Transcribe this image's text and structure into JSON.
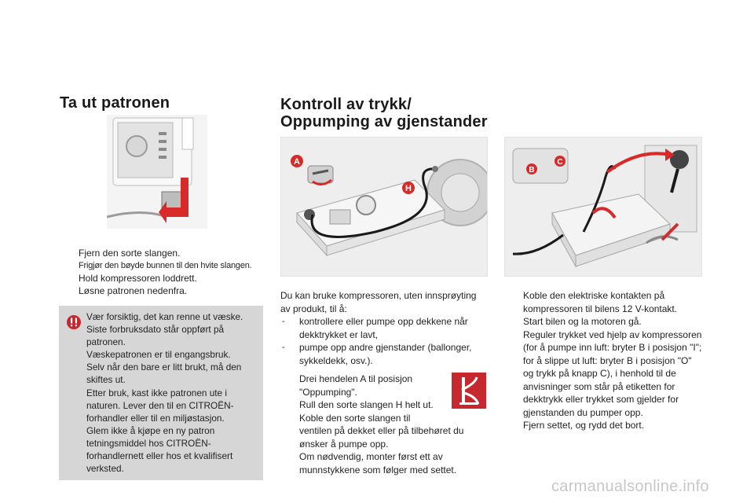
{
  "left": {
    "title": "Ta ut patronen",
    "steps": [
      "Fjern den sorte slangen.",
      "Frigjør den bøyde bunnen til den hvite slangen.",
      "Hold kompressoren loddrett.",
      "Løsne patronen nedenfra."
    ],
    "warning": "Vær forsiktig, det kan renne ut væske.\nSiste forbruksdato står oppført på\npatronen.\nVæskepatronen er til engangsbruk.\nSelv når den bare er litt brukt, må den\nskiftes ut.\nEtter bruk, kast ikke patronen ute i\nnaturen. Lever den til en CITROËN-\nforhandler eller til en miljøstasjon.\nGlem ikke å kjøpe en ny patron\ntetningsmiddel hos CITROËN-\nforhandlernett eller hos et kvalifisert\nverksted."
  },
  "right": {
    "title_line1": "Kontroll av trykk/",
    "title_line2": "Oppumping av gjenstander",
    "intro": "Du kan bruke kompressoren, uten innsprøyting\nav produkt, til å:",
    "uses": [
      "kontrollere eller pumpe opp dekkene når\ndekktrykket er lavt,",
      "pumpe opp andre gjenstander (ballonger,\nsykkeldekk, osv.)."
    ],
    "steps_a": [
      "Drei hendelen A til posisjon\n\"Oppumping\".",
      "Rull den sorte slangen H helt ut.",
      "Koble den sorte slangen til\nventilen på dekket eller på tilbehøret du\nønsker å pumpe opp.\nOm nødvendig, monter først ett av\nmunnstykkene som følger med settet."
    ],
    "steps_b": [
      "Koble den elektriske kontakten på\nkompressoren til bilens 12 V-kontakt.",
      "Start bilen og la motoren gå.",
      "Reguler trykket ved hjelp av kompressoren\n(for å pumpe inn luft: bryter B i posisjon \"I\";\nfor å slippe ut luft: bryter B i posisjon \"O\"\nog trykk på knapp C), i henhold til de\nanvisninger som står på etiketten for\ndekktrykk eller trykket som gjelder for\ngjenstanden du pumper opp.",
      "Fjern settet, og rydd det bort."
    ],
    "labels": {
      "a": "A",
      "h": "H",
      "b": "B",
      "c": "C"
    }
  },
  "bullet_glyph": "",
  "dash_glyph": "-",
  "warning_icon": "!!",
  "watermark": "carmanualsonline.info",
  "colors": {
    "red": "#c7282d",
    "warn_bg": "#d6d6d6"
  }
}
